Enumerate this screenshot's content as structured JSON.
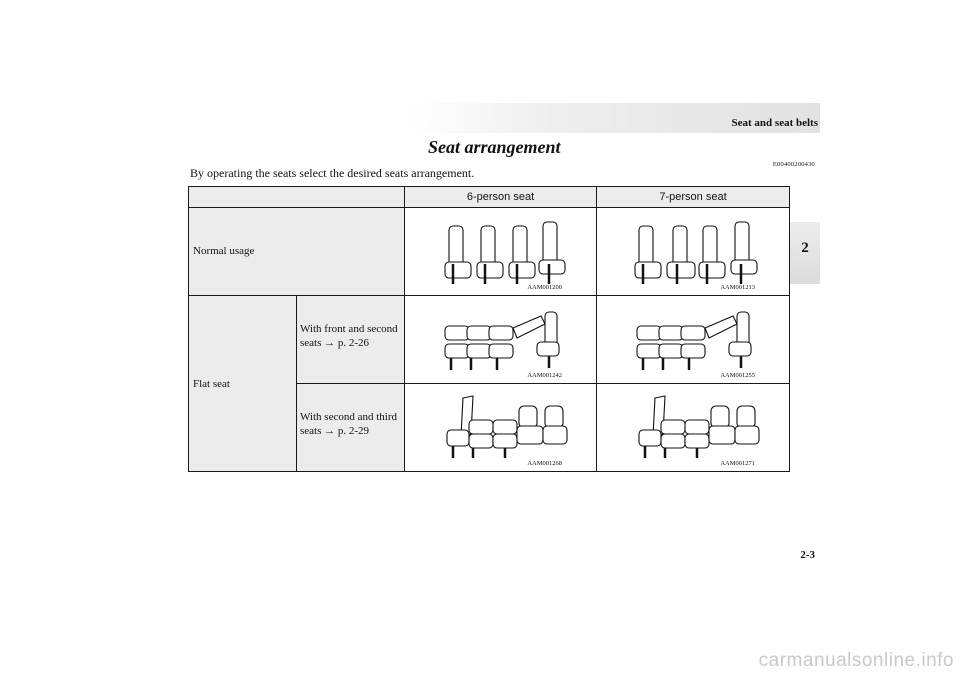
{
  "header": {
    "section": "Seat and seat belts",
    "chapter_tab": "2"
  },
  "title": "Seat arrangement",
  "doc_code": "E00400200430",
  "intro": "By operating the seats select the desired seats arrangement.",
  "table": {
    "columns": [
      "6-person seat",
      "7-person seat"
    ],
    "rows": {
      "normal": {
        "label": "Normal usage",
        "figures": [
          "AAM001200",
          "AAM001213"
        ]
      },
      "flat": {
        "label": "Flat seat",
        "sub": [
          {
            "line1": "With front and second",
            "line2": "seats → p. 2-26",
            "figures": [
              "AAM001242",
              "AAM001255"
            ]
          },
          {
            "line1": "With second and third",
            "line2": "seats → p. 2-29",
            "figures": [
              "AAM001268",
              "AAM001271"
            ]
          }
        ]
      }
    }
  },
  "page_number": "2-3",
  "watermark": "carmanualsonline.info"
}
